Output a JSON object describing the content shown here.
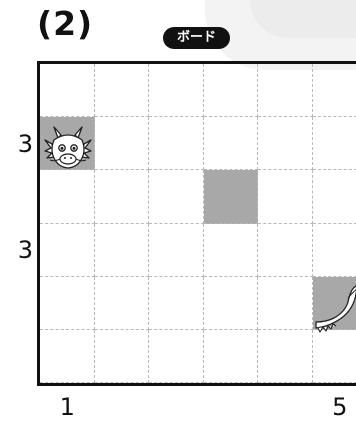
{
  "puzzle": {
    "number": "(2)",
    "tag": "ボード"
  },
  "board": {
    "rows": 6,
    "cols": 6,
    "shaded_cells": [
      {
        "row": 2,
        "col": 1
      },
      {
        "row": 3,
        "col": 4
      },
      {
        "row": 5,
        "col": 6
      }
    ]
  },
  "row_clues": [
    {
      "row": 2,
      "label": "3"
    },
    {
      "row": 4,
      "label": "3"
    }
  ],
  "col_clues": [
    {
      "col": 1,
      "label": "1"
    },
    {
      "col": 6,
      "label": "5"
    }
  ],
  "pieces": {
    "dragon_head": {
      "icon": "dragon-head-icon",
      "row": 2,
      "col": 1
    },
    "dragon_tail": {
      "icon": "dragon-tail-icon",
      "row": 5,
      "col": 6
    }
  },
  "colors": {
    "shade": "#a8a8a8",
    "grid_line": "#b9b9b9",
    "frame": "#111111"
  }
}
